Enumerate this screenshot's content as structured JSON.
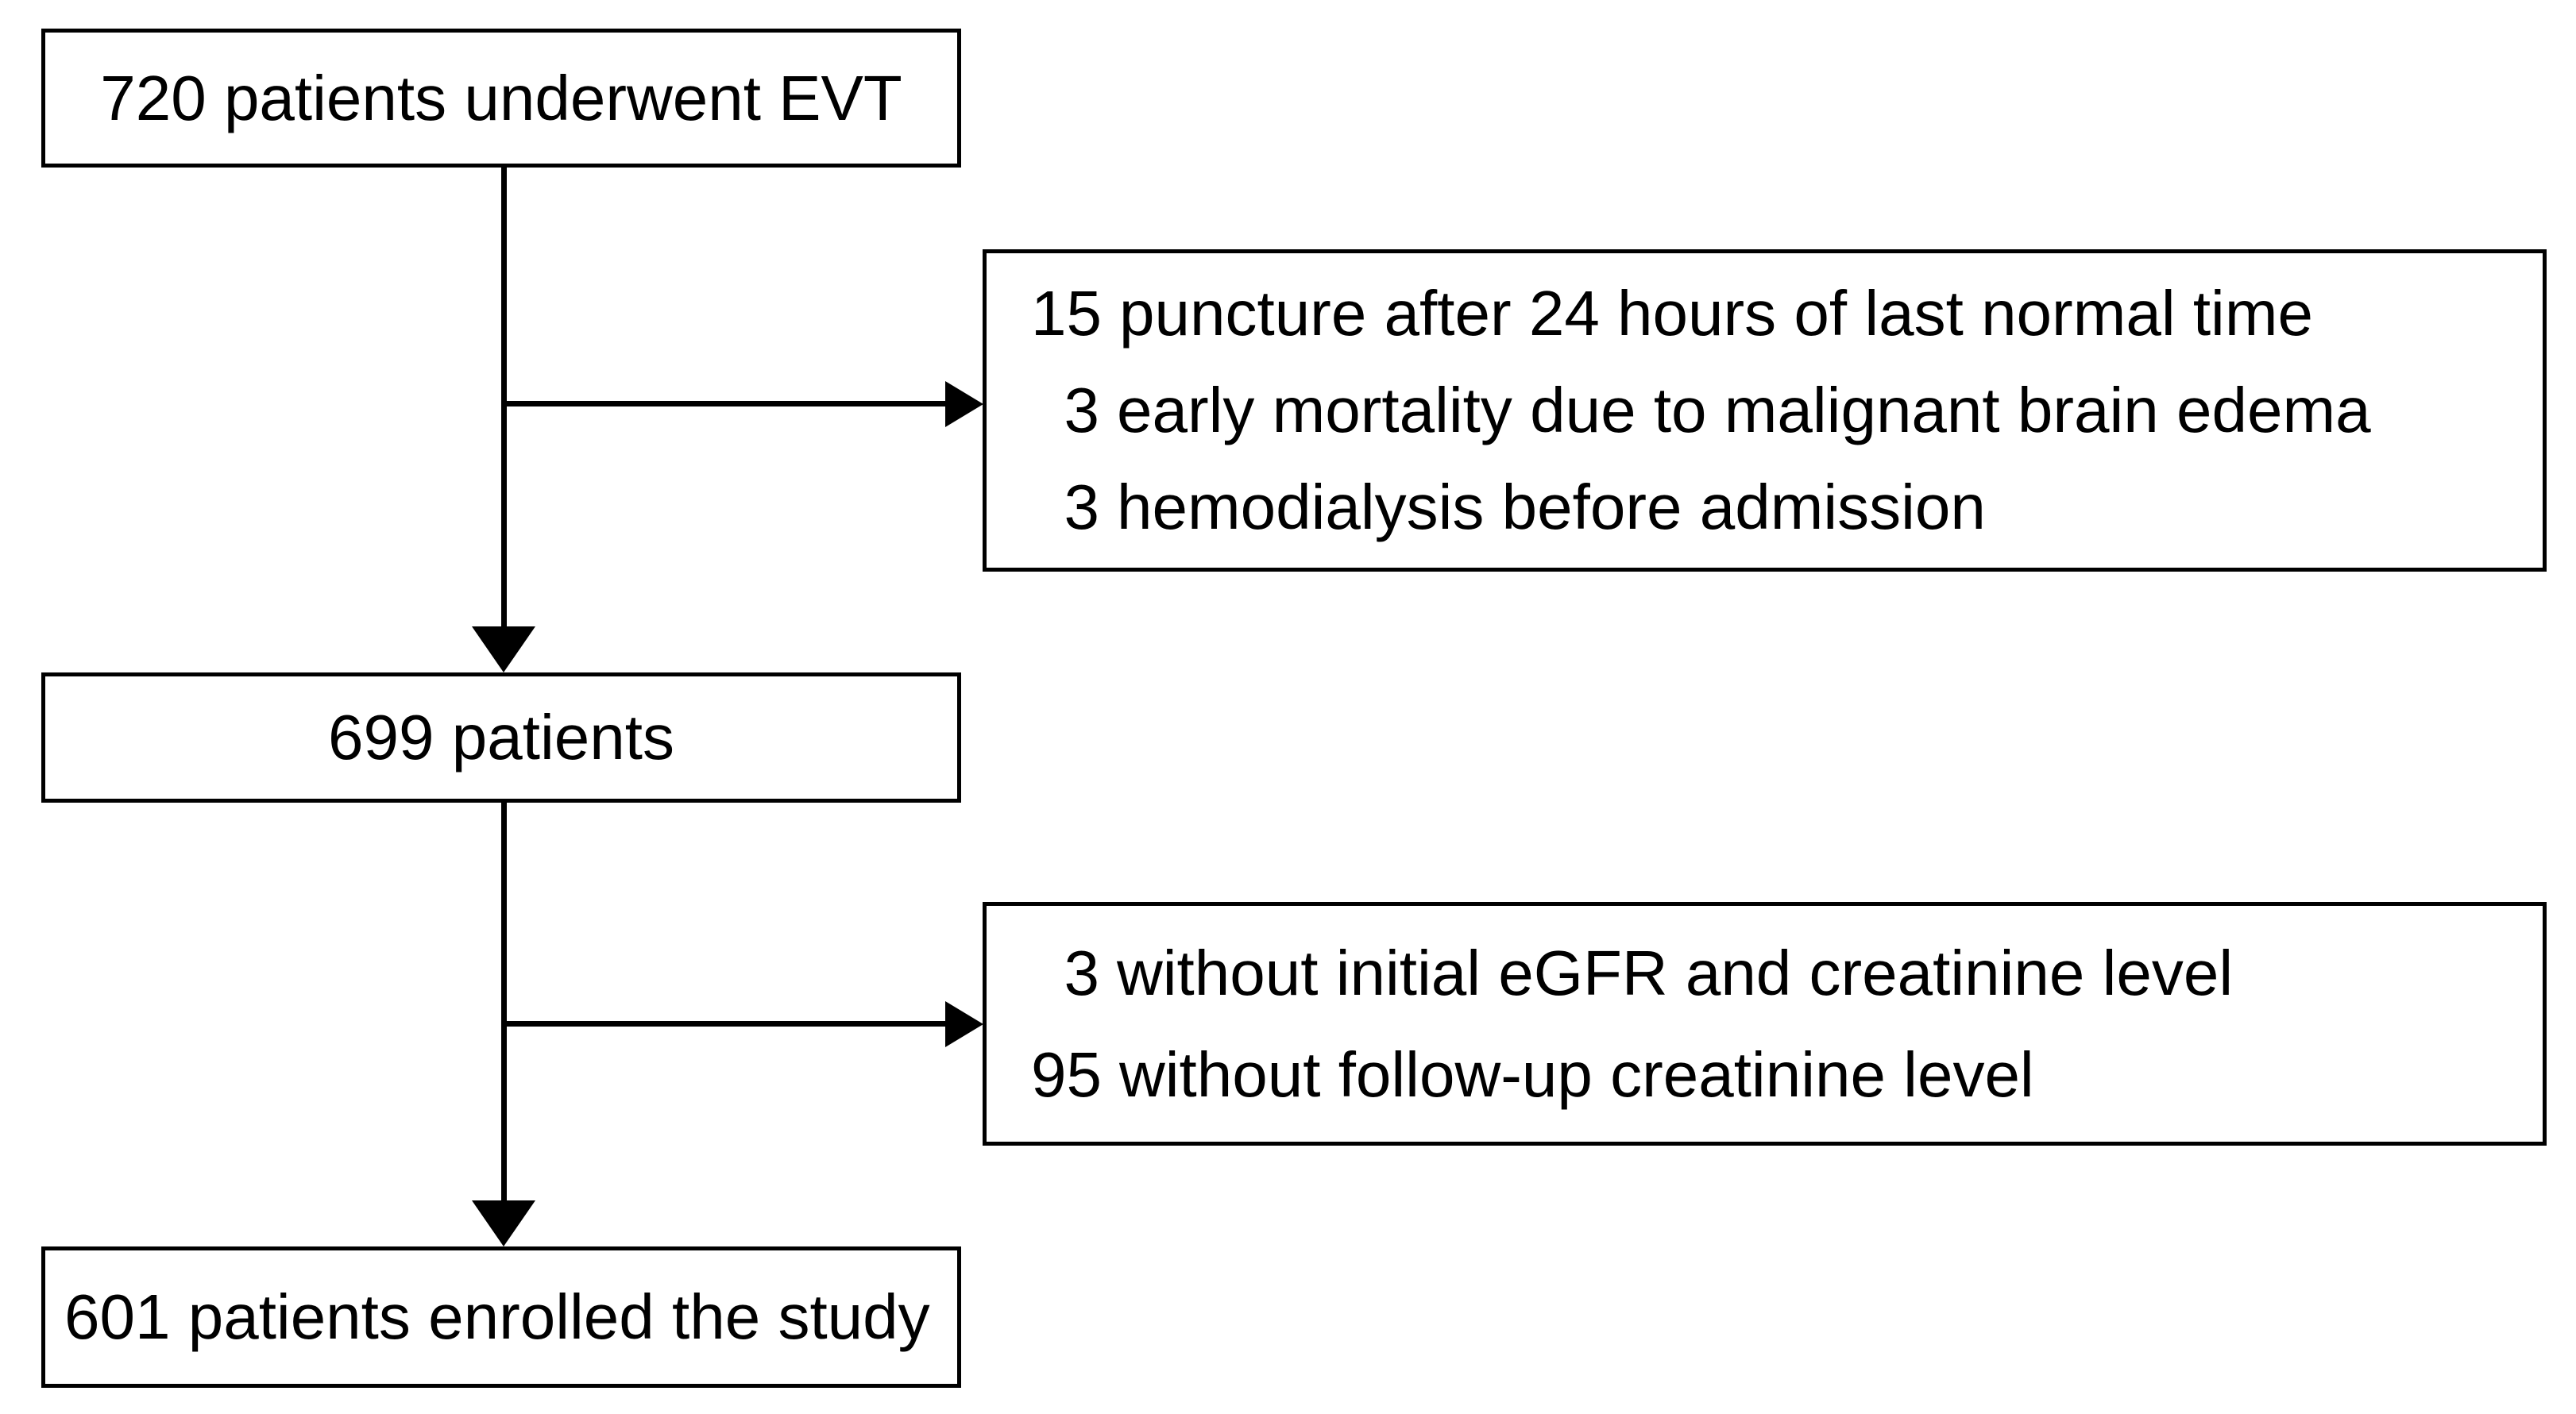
{
  "figure": {
    "kind": "patient-flow-diagram",
    "colors": {
      "background": "#ffffff",
      "line": "#000000",
      "box_border": "#000000",
      "text": "#000000"
    },
    "nodes": {
      "top": {
        "label": "720 patients underwent EVT"
      },
      "middle": {
        "label": "699 patients"
      },
      "bottom": {
        "label": "601 patients enrolled the study"
      },
      "exclusion1": {
        "items": [
          {
            "count": "15",
            "reason": "puncture after 24 hours of last normal time"
          },
          {
            "count": "3",
            "reason": "early mortality due to malignant brain edema"
          },
          {
            "count": "3",
            "reason": "hemodialysis before admission"
          }
        ]
      },
      "exclusion2": {
        "items": [
          {
            "count": "3",
            "reason": "without initial eGFR and creatinine level"
          },
          {
            "count": "95",
            "reason": "without follow-up creatinine level"
          }
        ]
      }
    },
    "edges": [
      {
        "from": "top",
        "to": "middle",
        "style": "arrow-down"
      },
      {
        "from": "top-middle-connector",
        "to": "exclusion1",
        "style": "arrow-right"
      },
      {
        "from": "middle",
        "to": "bottom",
        "style": "arrow-down"
      },
      {
        "from": "middle-bottom-connector",
        "to": "exclusion2",
        "style": "arrow-right"
      }
    ]
  }
}
